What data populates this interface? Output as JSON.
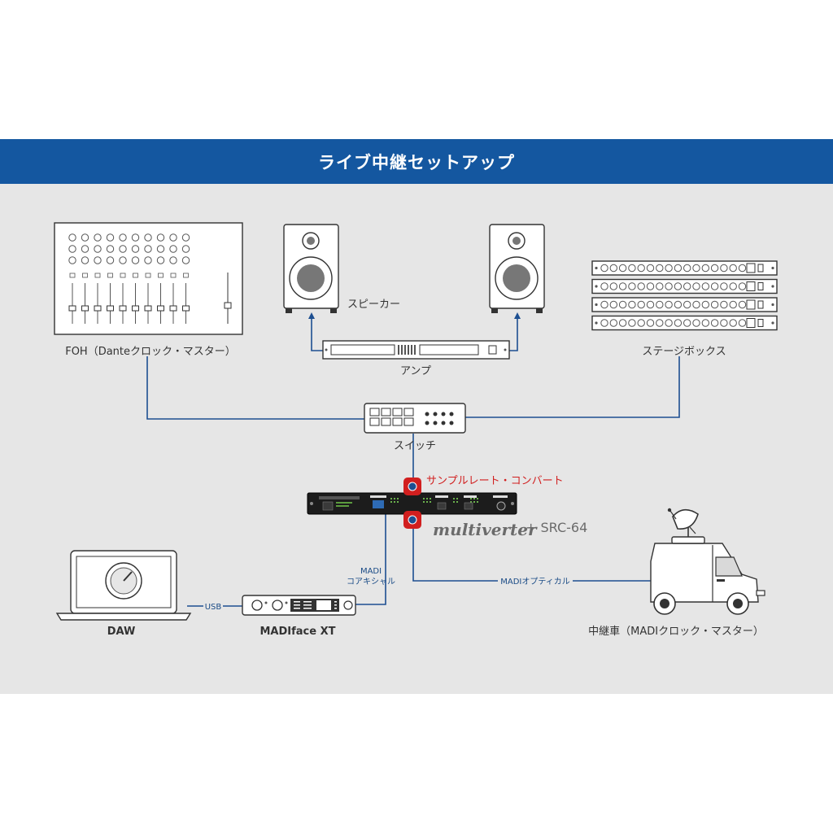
{
  "title": "ライブ中継セットアップ",
  "devices": {
    "foh": "FOH（Danteクロック・マスター）",
    "speakers": "スピーカー",
    "amp": "アンプ",
    "stagebox": "ステージボックス",
    "switch": "スイッチ",
    "src_convert": "サンプルレート・コンバート",
    "multiverter_brand": "multiverter",
    "multiverter_model": "+ SRC-64",
    "daw": "DAW",
    "madiface": "MADIface XT",
    "ob_van": "中継車（MADIクロック・マスター）"
  },
  "connections": {
    "madi_coax_line1": "MADI",
    "madi_coax_line2": "コアキシャル",
    "madi_optical": "MADIオプティカル",
    "usb": "USB"
  },
  "colors": {
    "header": "#1457a0",
    "background": "#e6e6e6",
    "line": "#1d4f91",
    "highlight": "#d11f1f"
  }
}
